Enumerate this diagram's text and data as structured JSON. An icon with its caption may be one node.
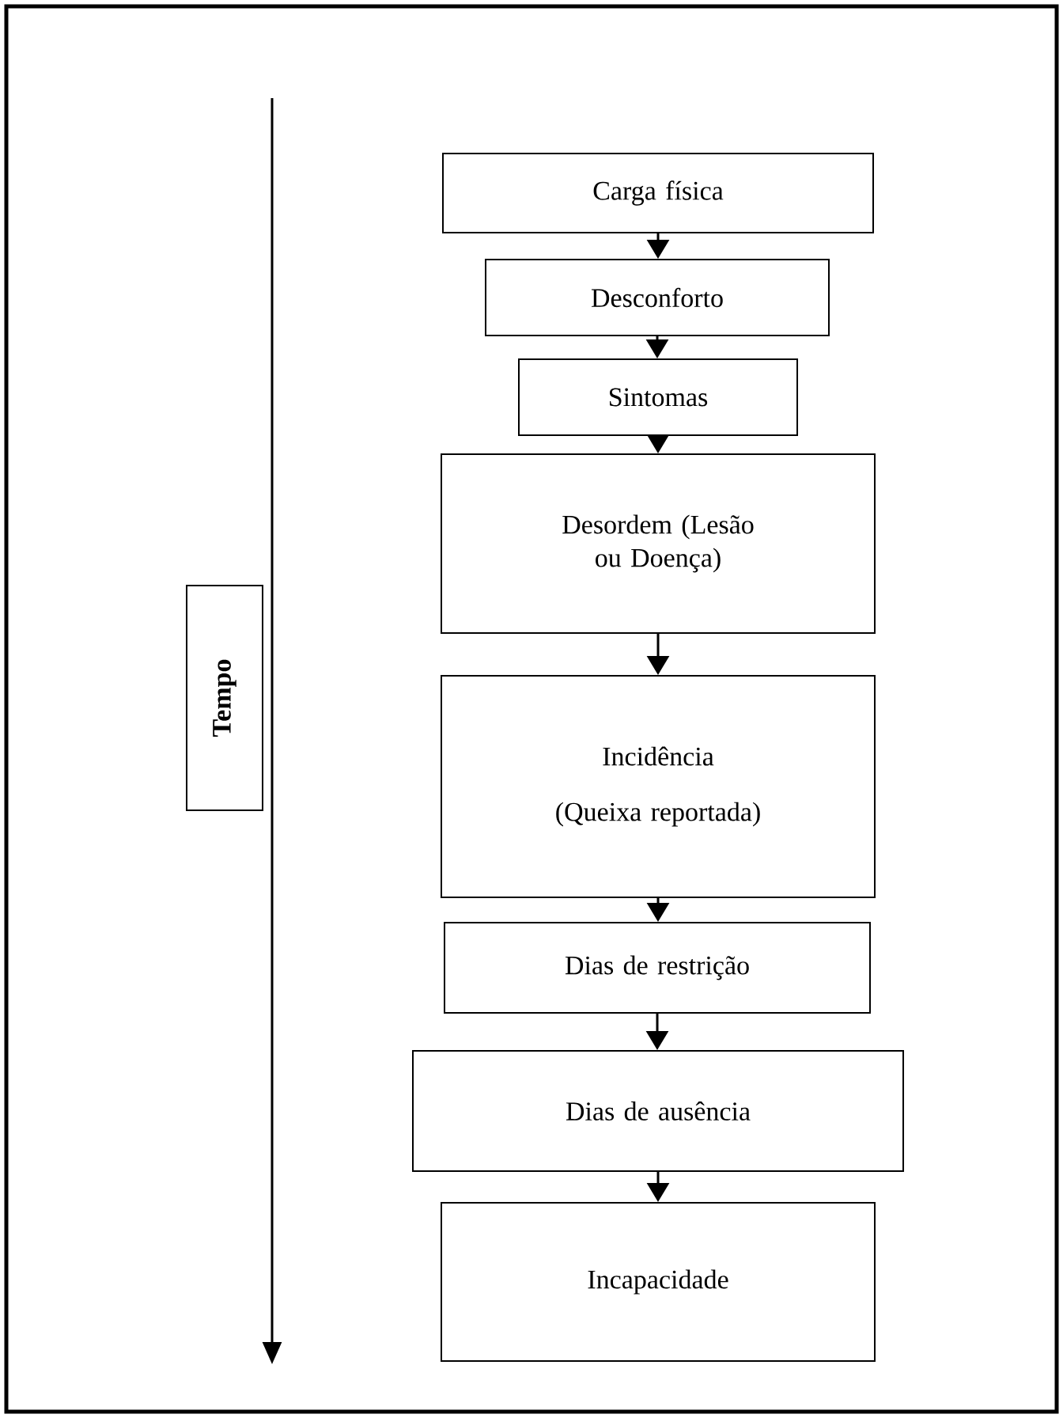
{
  "diagram": {
    "nodes": [
      {
        "text": [
          "Carga física"
        ]
      },
      {
        "text": [
          "Desconforto"
        ]
      },
      {
        "text": [
          "Sintomas"
        ]
      },
      {
        "text": [
          "Desordem (Lesão ou Doença)"
        ]
      },
      {
        "text": [
          "Incidência",
          "(Queixa reportada)"
        ]
      },
      {
        "text": [
          "Dias de restrição"
        ]
      },
      {
        "text": [
          "Dias de ausência"
        ]
      },
      {
        "text": [
          "Incapacidade"
        ]
      },
      {
        "text": [
          "Tempo"
        ]
      }
    ],
    "edges": [
      {
        "from": 0,
        "to": 1,
        "arrow": "to"
      },
      {
        "from": 1,
        "to": 2,
        "arrow": "to"
      },
      {
        "from": 2,
        "to": 3,
        "arrow": "to"
      },
      {
        "from": 3,
        "to": 4,
        "arrow": "to"
      },
      {
        "from": 4,
        "to": 5,
        "arrow": "to"
      },
      {
        "from": 5,
        "to": 6,
        "arrow": "to"
      },
      {
        "from": 6,
        "to": 7,
        "arrow": "to"
      }
    ]
  }
}
